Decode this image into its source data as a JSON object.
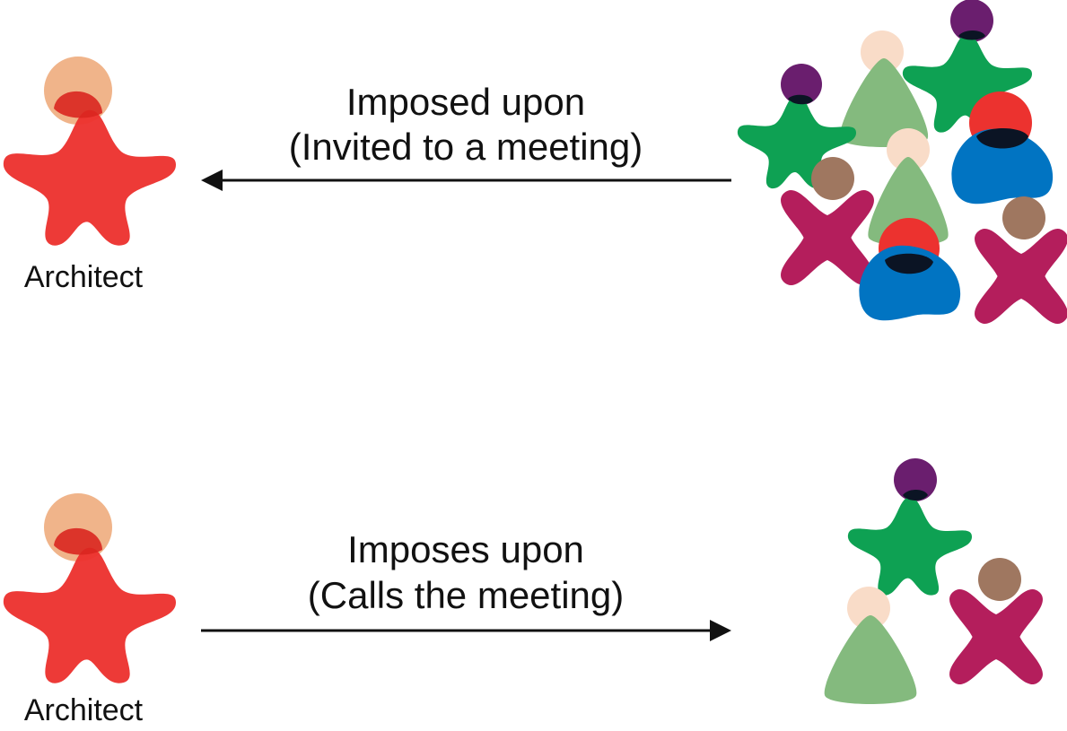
{
  "top": {
    "architect_label": "Architect",
    "arrow_line1": "Imposed upon",
    "arrow_line2": "(Invited to a meeting)",
    "arrow_direction": "left"
  },
  "bottom": {
    "architect_label": "Architect",
    "arrow_line1": "Imposes upon",
    "arrow_line2": "(Calls the meeting)",
    "arrow_direction": "right"
  },
  "colors": {
    "red": "#ec322f",
    "peach": "#f0b48a",
    "green": "#0ea153",
    "light_green": "#84ba7e",
    "blue": "#0174c2",
    "magenta": "#b41e5c",
    "purple": "#6a1e6e",
    "brown": "#9f7760",
    "cream": "#f9dcc8",
    "overlap": "#0b1424"
  },
  "icons": {
    "architect": "red-star-person-icon",
    "large_group": "crowd-of-people-icon",
    "small_group": "small-group-of-people-icon"
  }
}
